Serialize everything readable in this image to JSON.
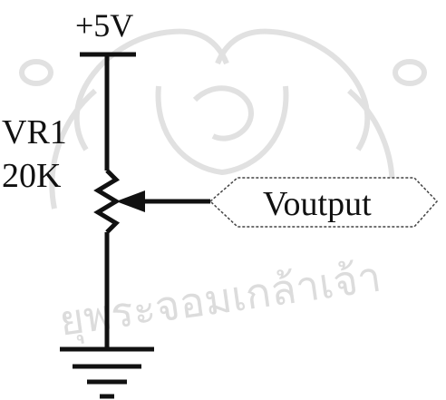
{
  "labels": {
    "supply": "+5V",
    "ref": "VR1",
    "value": "20K",
    "output": "Voutput"
  },
  "watermark": {
    "thai_text": "ยุพระจอมเกล้าเจ้า"
  },
  "colors": {
    "ink": "#111111",
    "watermark": "#d9d9d9"
  }
}
